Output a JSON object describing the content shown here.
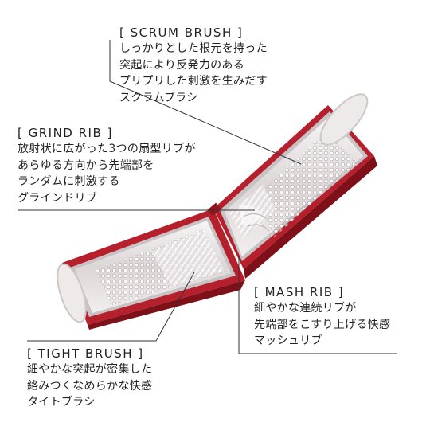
{
  "callouts": {
    "scrum": {
      "title": "[ SCRUM BRUSH ]",
      "lines": [
        "しっかりとした根元を持った",
        "突起により反発力のある",
        "プリプリした刺激を生みだす",
        "スクラムブラシ"
      ]
    },
    "grind": {
      "title": "[ GRIND RIB ]",
      "lines": [
        "放射状に広がった3つの扇型リブが",
        "あらゆる方向から先端部を",
        "ランダムに刺激する",
        "グラインドリブ"
      ]
    },
    "mash": {
      "title": "[ MASH RIB ]",
      "lines": [
        "細やかな連続リブが",
        "先端部をこすり上げる快感",
        "マッシュリブ"
      ]
    },
    "tight": {
      "title": "[ TIGHT BRUSH ]",
      "lines": [
        "細やかな突起が密集した",
        "絡みつくなめらかな快感",
        "タイトブラシ"
      ]
    }
  },
  "colors": {
    "case_red": "#b5202c",
    "case_dark_red": "#7e1019",
    "sleeve": "#ece8e8",
    "leader_line": "#333333"
  }
}
